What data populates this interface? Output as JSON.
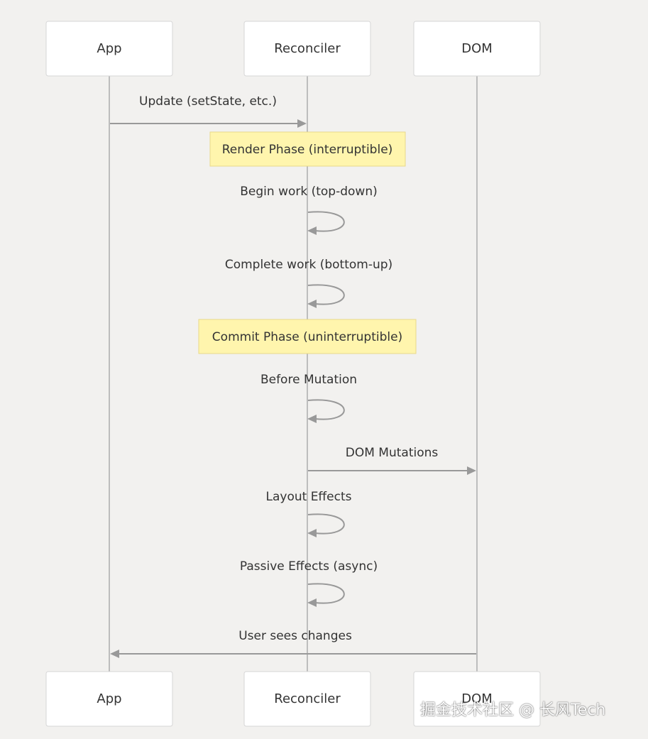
{
  "actors": [
    {
      "id": "app",
      "label": "App"
    },
    {
      "id": "reconciler",
      "label": "Reconciler"
    },
    {
      "id": "dom",
      "label": "DOM"
    }
  ],
  "messages": [
    {
      "from": "app",
      "to": "reconciler",
      "label": "Update (setState, etc.)"
    },
    {
      "from": "reconciler",
      "to": "reconciler",
      "label": "Begin work (top-down)"
    },
    {
      "from": "reconciler",
      "to": "reconciler",
      "label": "Complete work (bottom-up)"
    },
    {
      "from": "reconciler",
      "to": "reconciler",
      "label": "Before Mutation"
    },
    {
      "from": "reconciler",
      "to": "dom",
      "label": "DOM Mutations"
    },
    {
      "from": "reconciler",
      "to": "reconciler",
      "label": "Layout Effects"
    },
    {
      "from": "reconciler",
      "to": "reconciler",
      "label": "Passive Effects (async)"
    },
    {
      "from": "dom",
      "to": "app",
      "label": "User sees changes"
    }
  ],
  "notes": [
    {
      "over": "reconciler",
      "label": "Render Phase (interruptible)"
    },
    {
      "over": "reconciler",
      "label": "Commit Phase (uninterruptible)"
    }
  ],
  "colors": {
    "background": "#f2f1ef",
    "actor_fill": "#ffffff",
    "lifeline": "#bdbdbd",
    "arrow": "#999999",
    "note_fill": "#fff5ad",
    "note_border": "#e8d98a",
    "text": "#333333"
  },
  "watermark": "掘金技术社区 @ 长风Tech"
}
